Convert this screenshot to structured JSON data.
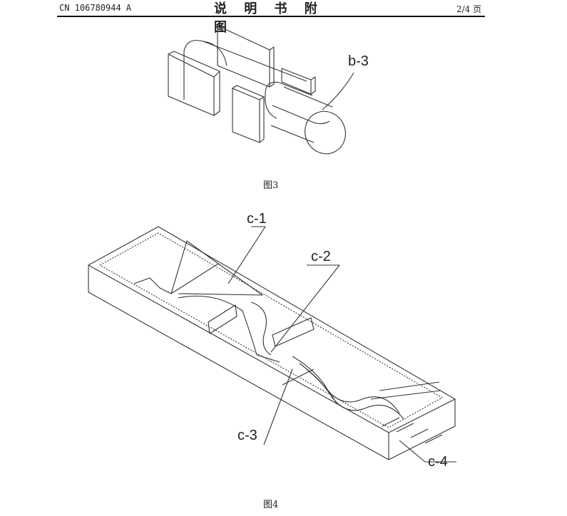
{
  "header": {
    "patent_number": "CN 106780944 A",
    "title": "说 明 书 附 图",
    "page": "2/4 页"
  },
  "figure3": {
    "caption": "图3",
    "labels": [
      "b-3"
    ]
  },
  "figure4": {
    "caption": "图4",
    "labels": [
      "c-1",
      "c-2",
      "c-3",
      "c-4"
    ]
  }
}
